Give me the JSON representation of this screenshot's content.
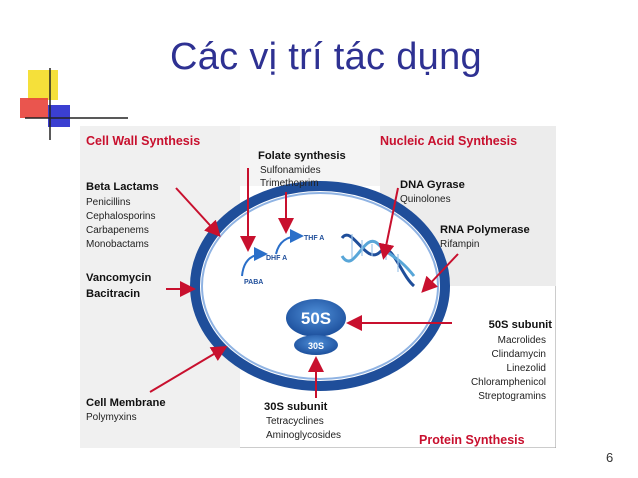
{
  "slide": {
    "title": "Các vị trí tác dụng",
    "page_number": "6"
  },
  "diagram": {
    "sections": {
      "cell_wall": "Cell Wall Synthesis",
      "nucleic_acid": "Nucleic Acid Synthesis",
      "protein": "Protein Synthesis"
    },
    "folate": {
      "title": "Folate synthesis",
      "drugs": [
        "Sulfonamides",
        "Trimethoprim"
      ],
      "molecules": [
        "PABA",
        "DHF A",
        "THF A"
      ]
    },
    "beta_lactams": {
      "title": "Beta Lactams",
      "drugs": [
        "Penicillins",
        "Cephalosporins",
        "Carbapenems",
        "Monobactams"
      ]
    },
    "vancomycin": [
      "Vancomycin",
      "Bacitracin"
    ],
    "cell_membrane": {
      "title": "Cell Membrane",
      "drugs": [
        "Polymyxins"
      ]
    },
    "dna_gyrase": {
      "title": "DNA Gyrase",
      "drugs": [
        "Quinolones"
      ]
    },
    "rna_polymerase": {
      "title": "RNA Polymerase",
      "drugs": [
        "Rifampin"
      ]
    },
    "subunit_50s": {
      "title": "50S subunit",
      "drugs": [
        "Macrolides",
        "Clindamycin",
        "Linezolid",
        "Chloramphenicol",
        "Streptogramins"
      ]
    },
    "subunit_30s": {
      "title": "30S subunit",
      "drugs": [
        "Tetracyclines",
        "Aminoglycosides"
      ]
    },
    "ribosome": {
      "large": "50S",
      "small": "30S"
    }
  },
  "colors": {
    "title": "#2e3192",
    "section_header": "#c8102e",
    "arrow": "#c8102e",
    "cell": "#1f4e9a",
    "ribosome": "#1f5fae"
  }
}
